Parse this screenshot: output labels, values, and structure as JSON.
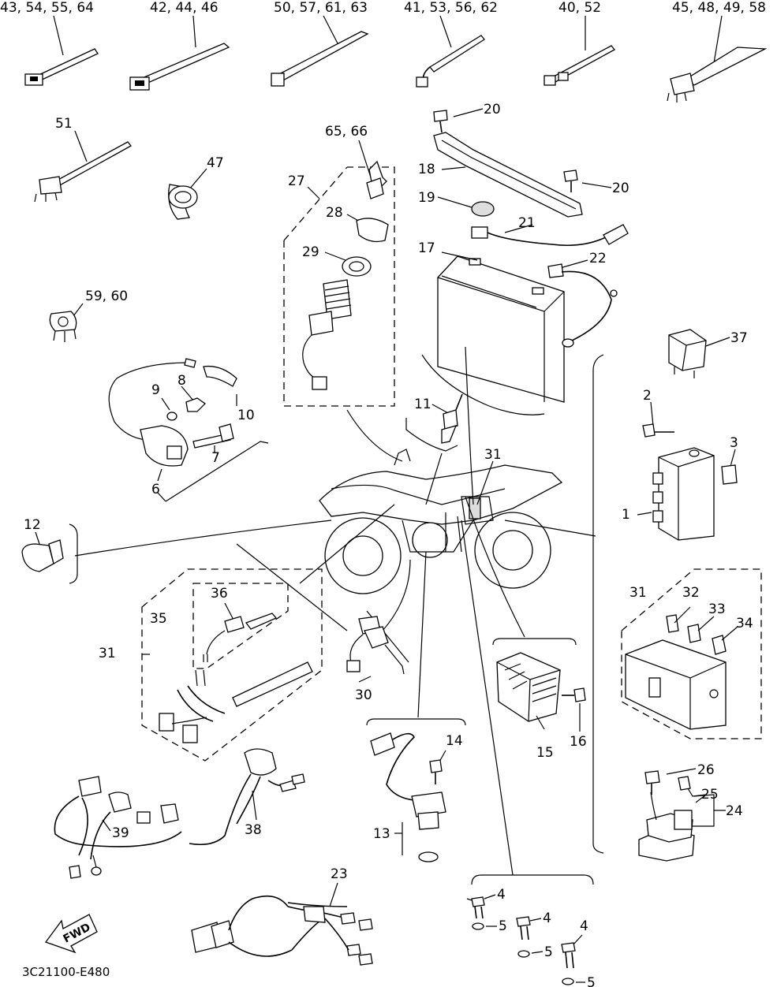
{
  "diagram_code": "3C21100-E480",
  "direction_label": "FWD",
  "callouts": [
    {
      "id": "c1",
      "label": "43, 54, 55, 64"
    },
    {
      "id": "c2",
      "label": "42, 44, 46"
    },
    {
      "id": "c3",
      "label": "50, 57, 61, 63"
    },
    {
      "id": "c4",
      "label": "41, 53, 56, 62"
    },
    {
      "id": "c5",
      "label": "40, 52"
    },
    {
      "id": "c6",
      "label": "45, 48, 49, 58"
    },
    {
      "id": "c7",
      "label": "51"
    },
    {
      "id": "c8",
      "label": "47"
    },
    {
      "id": "c9",
      "label": "65, 66"
    },
    {
      "id": "c10",
      "label": "27"
    },
    {
      "id": "c11",
      "label": "28"
    },
    {
      "id": "c12",
      "label": "29"
    },
    {
      "id": "c13",
      "label": "20"
    },
    {
      "id": "c14",
      "label": "18"
    },
    {
      "id": "c15",
      "label": "20"
    },
    {
      "id": "c16",
      "label": "19"
    },
    {
      "id": "c17",
      "label": "21"
    },
    {
      "id": "c18",
      "label": "17"
    },
    {
      "id": "c19",
      "label": "22"
    },
    {
      "id": "c20",
      "label": "59, 60"
    },
    {
      "id": "c21",
      "label": "37"
    },
    {
      "id": "c22",
      "label": "9"
    },
    {
      "id": "c23",
      "label": "8"
    },
    {
      "id": "c24",
      "label": "10"
    },
    {
      "id": "c25",
      "label": "7"
    },
    {
      "id": "c26",
      "label": "6"
    },
    {
      "id": "c27",
      "label": "11"
    },
    {
      "id": "c28",
      "label": "31"
    },
    {
      "id": "c29",
      "label": "2"
    },
    {
      "id": "c30",
      "label": "3"
    },
    {
      "id": "c31",
      "label": "1"
    },
    {
      "id": "c32",
      "label": "12"
    },
    {
      "id": "c33",
      "label": "36"
    },
    {
      "id": "c34",
      "label": "35"
    },
    {
      "id": "c35",
      "label": "31"
    },
    {
      "id": "c36",
      "label": "30"
    },
    {
      "id": "c37",
      "label": "31"
    },
    {
      "id": "c38",
      "label": "32"
    },
    {
      "id": "c39",
      "label": "33"
    },
    {
      "id": "c40",
      "label": "34"
    },
    {
      "id": "c41",
      "label": "16"
    },
    {
      "id": "c42",
      "label": "15"
    },
    {
      "id": "c43",
      "label": "14"
    },
    {
      "id": "c44",
      "label": "13"
    },
    {
      "id": "c45",
      "label": "39"
    },
    {
      "id": "c46",
      "label": "38"
    },
    {
      "id": "c47",
      "label": "26"
    },
    {
      "id": "c48",
      "label": "25"
    },
    {
      "id": "c49",
      "label": "24"
    },
    {
      "id": "c50",
      "label": "23"
    },
    {
      "id": "c51",
      "label": "4"
    },
    {
      "id": "c52",
      "label": "5"
    },
    {
      "id": "c53",
      "label": "4"
    },
    {
      "id": "c54",
      "label": "5"
    },
    {
      "id": "c55",
      "label": "4"
    },
    {
      "id": "c56",
      "label": "5"
    }
  ]
}
